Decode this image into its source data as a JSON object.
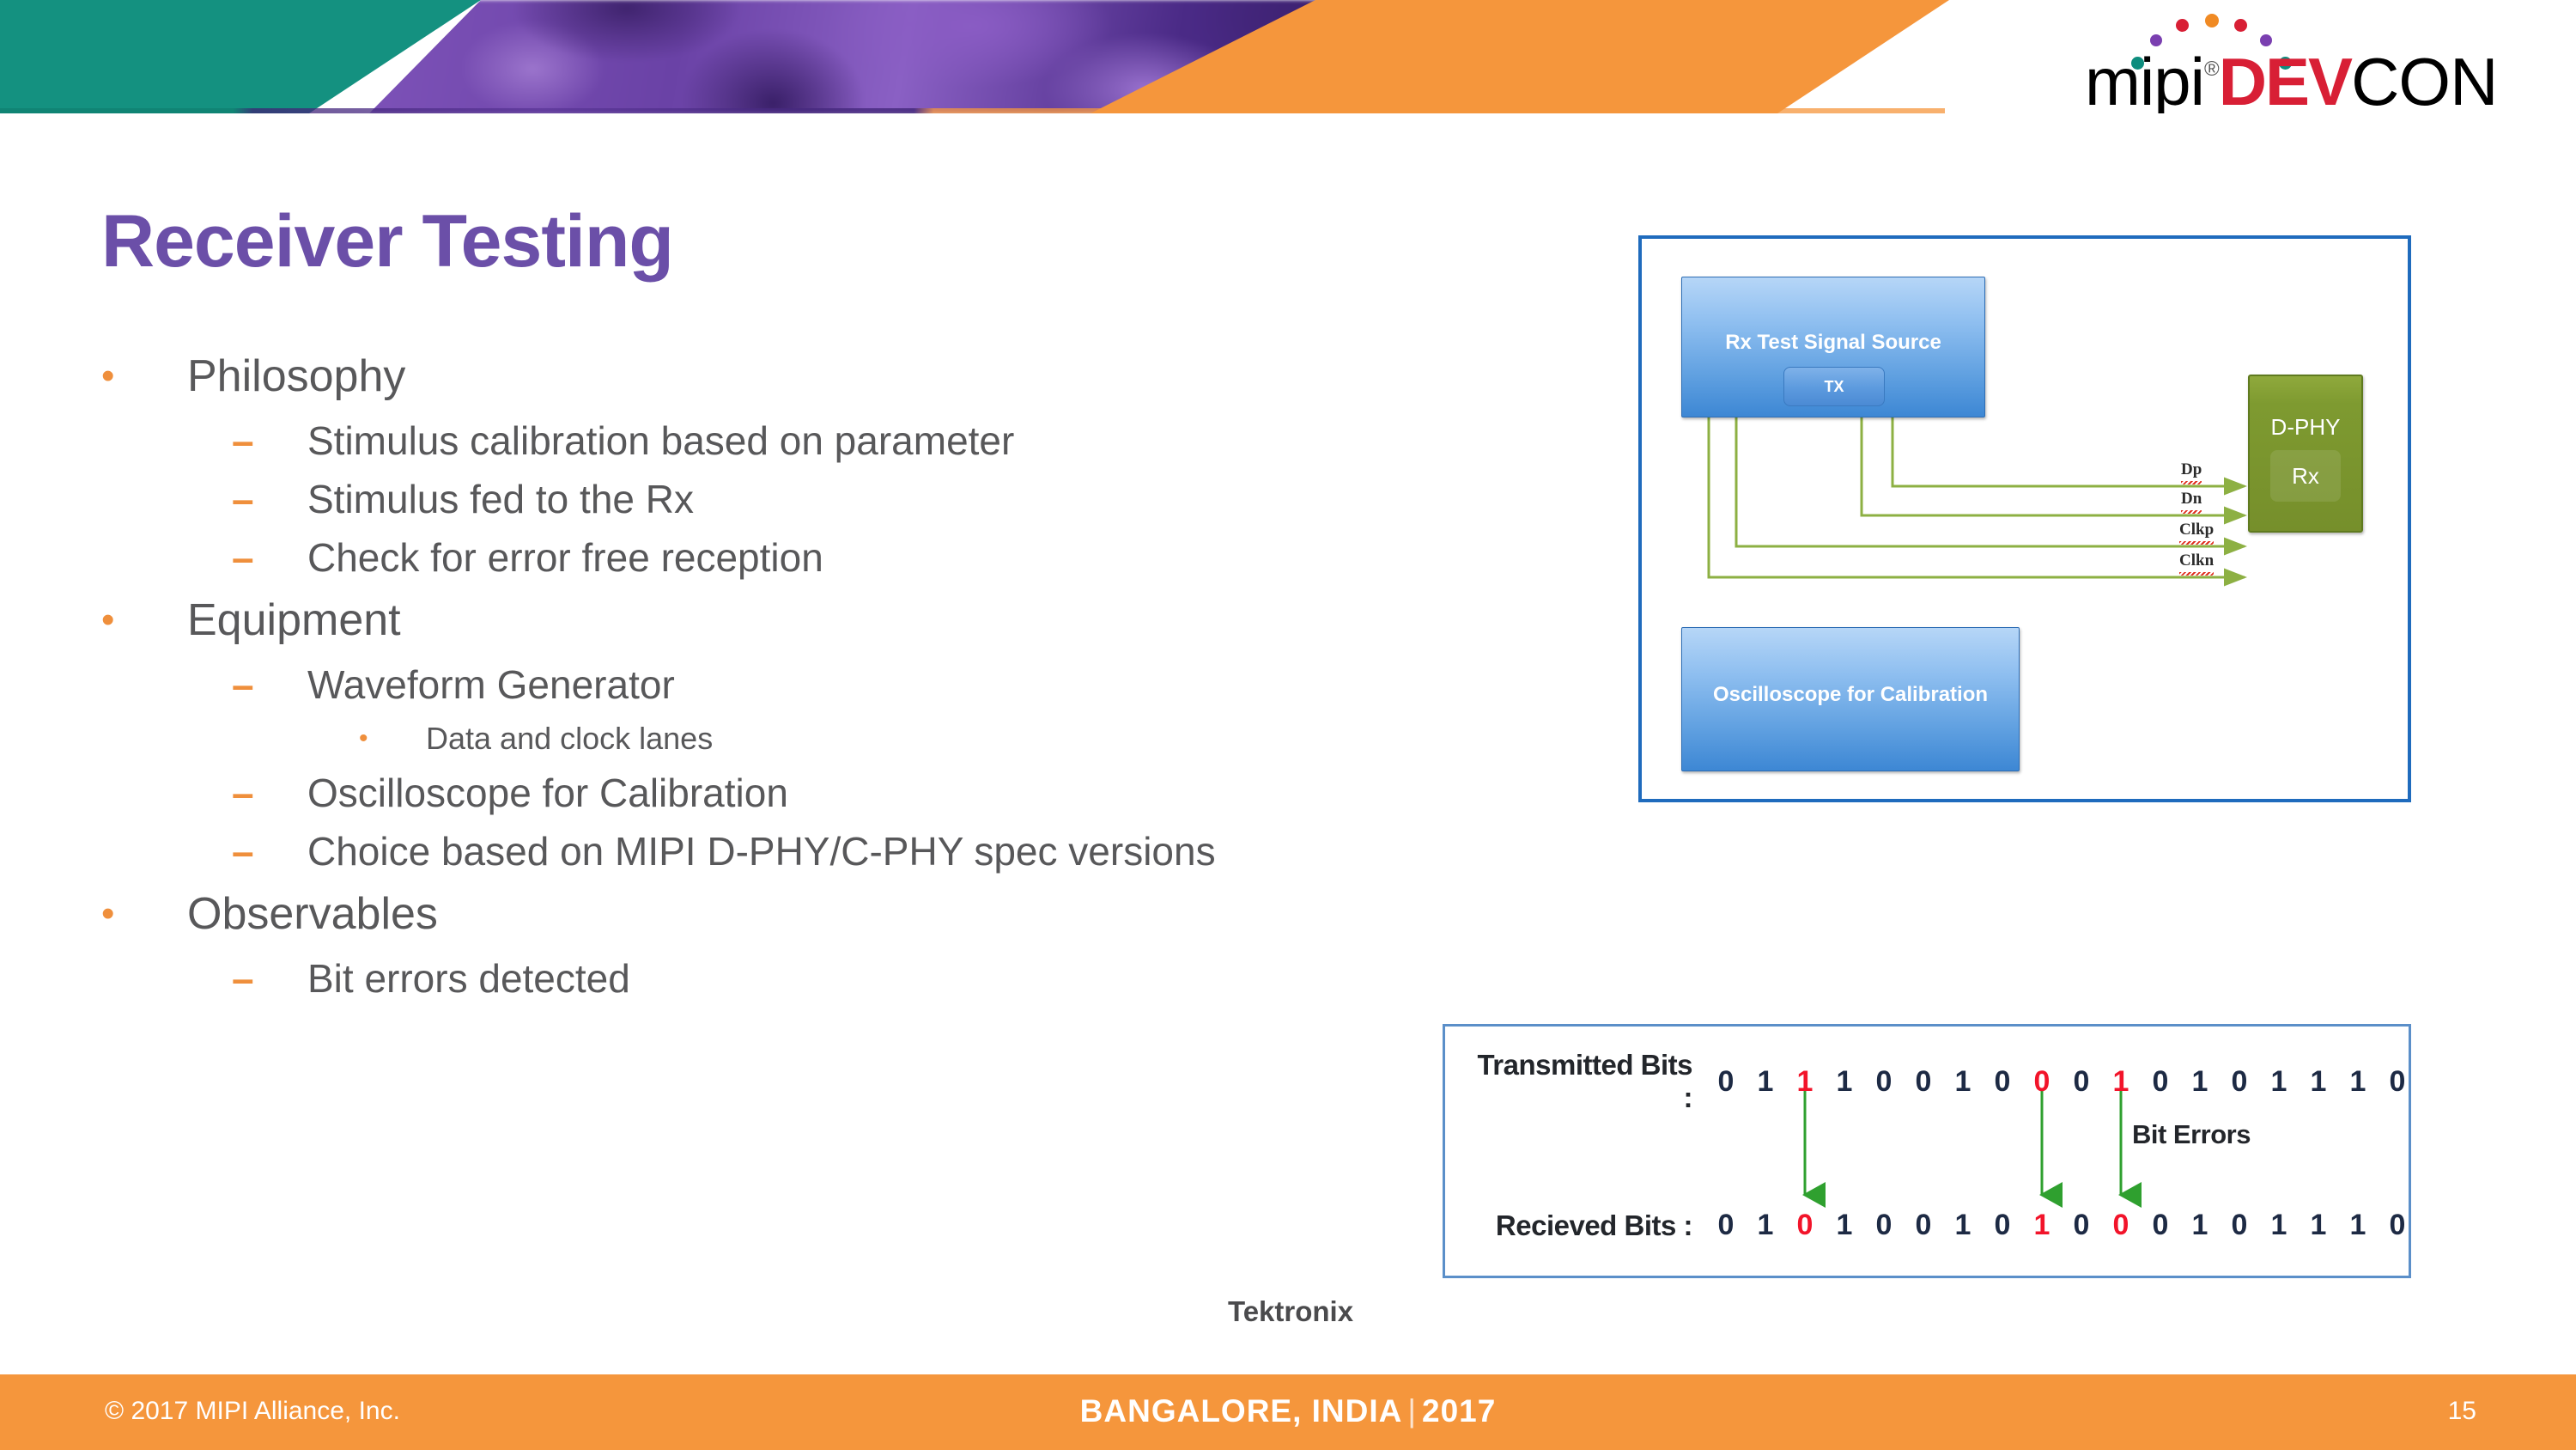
{
  "header": {
    "logo": {
      "mipi": "mipi",
      "reg": "®",
      "dev": "DEV",
      "con": "CON",
      "dot_colors": [
        "#0e8d7e",
        "#7a3fb0",
        "#d81f35",
        "#f08a24",
        "#d81f35",
        "#7a3fb0",
        "#0e8d7e"
      ]
    },
    "colors": {
      "teal": "#149180",
      "purple": "#6a42a6",
      "orange": "#f5963c"
    }
  },
  "slide": {
    "title": "Receiver Testing",
    "title_color": "#6b4fa8",
    "bullets": [
      {
        "level": 1,
        "marker": "•",
        "text": "Philosophy"
      },
      {
        "level": 2,
        "marker": "–",
        "text": "Stimulus calibration based on parameter"
      },
      {
        "level": 2,
        "marker": "–",
        "text": "Stimulus fed to the Rx"
      },
      {
        "level": 2,
        "marker": "–",
        "text": "Check for error free reception"
      },
      {
        "level": 1,
        "marker": "•",
        "text": "Equipment"
      },
      {
        "level": 2,
        "marker": "–",
        "text": "Waveform Generator"
      },
      {
        "level": 3,
        "marker": "•",
        "text": "Data and clock lanes"
      },
      {
        "level": 2,
        "marker": "–",
        "text": "Oscilloscope for Calibration"
      },
      {
        "level": 2,
        "marker": "–",
        "text": "Choice based on MIPI D-PHY/C-PHY spec versions"
      },
      {
        "level": 1,
        "marker": "•",
        "text": "Observables"
      },
      {
        "level": 2,
        "marker": "–",
        "text": "Bit errors detected"
      }
    ]
  },
  "diagram": {
    "source_box": {
      "label": "Rx Test Signal Source",
      "chip": "TX"
    },
    "scope_box": {
      "label": "Oscilloscope for Calibration"
    },
    "phy_box": {
      "label": "D-PHY",
      "chip": "Rx"
    },
    "signals": [
      "Dp",
      "Dn",
      "Clkp",
      "Clkn"
    ],
    "wire_color": "#8db043",
    "border_color": "#1f6bbd"
  },
  "bit_error_figure": {
    "transmitted_label": "Transmitted Bits :",
    "received_label": "Recieved Bits :",
    "note": "Bit Errors",
    "transmitted_bits": [
      "0",
      "1",
      "1",
      "1",
      "0",
      "0",
      "1",
      "0",
      "0",
      "0",
      "1",
      "0",
      "1",
      "0",
      "1",
      "1",
      "1",
      "0"
    ],
    "received_bits": [
      "0",
      "1",
      "0",
      "1",
      "0",
      "0",
      "1",
      "0",
      "1",
      "0",
      "0",
      "0",
      "1",
      "0",
      "1",
      "1",
      "1",
      "0"
    ],
    "error_indices": [
      2,
      8,
      10
    ],
    "error_color": "#f2142a",
    "arrow_color": "#2fa02f",
    "caption": "Tektronix"
  },
  "footer": {
    "copyright": "© 2017 MIPI Alliance, Inc.",
    "event_city": "BANGALORE, INDIA",
    "separator": "|",
    "event_year": "2017",
    "page_number": "15",
    "background": "#f5963c"
  }
}
